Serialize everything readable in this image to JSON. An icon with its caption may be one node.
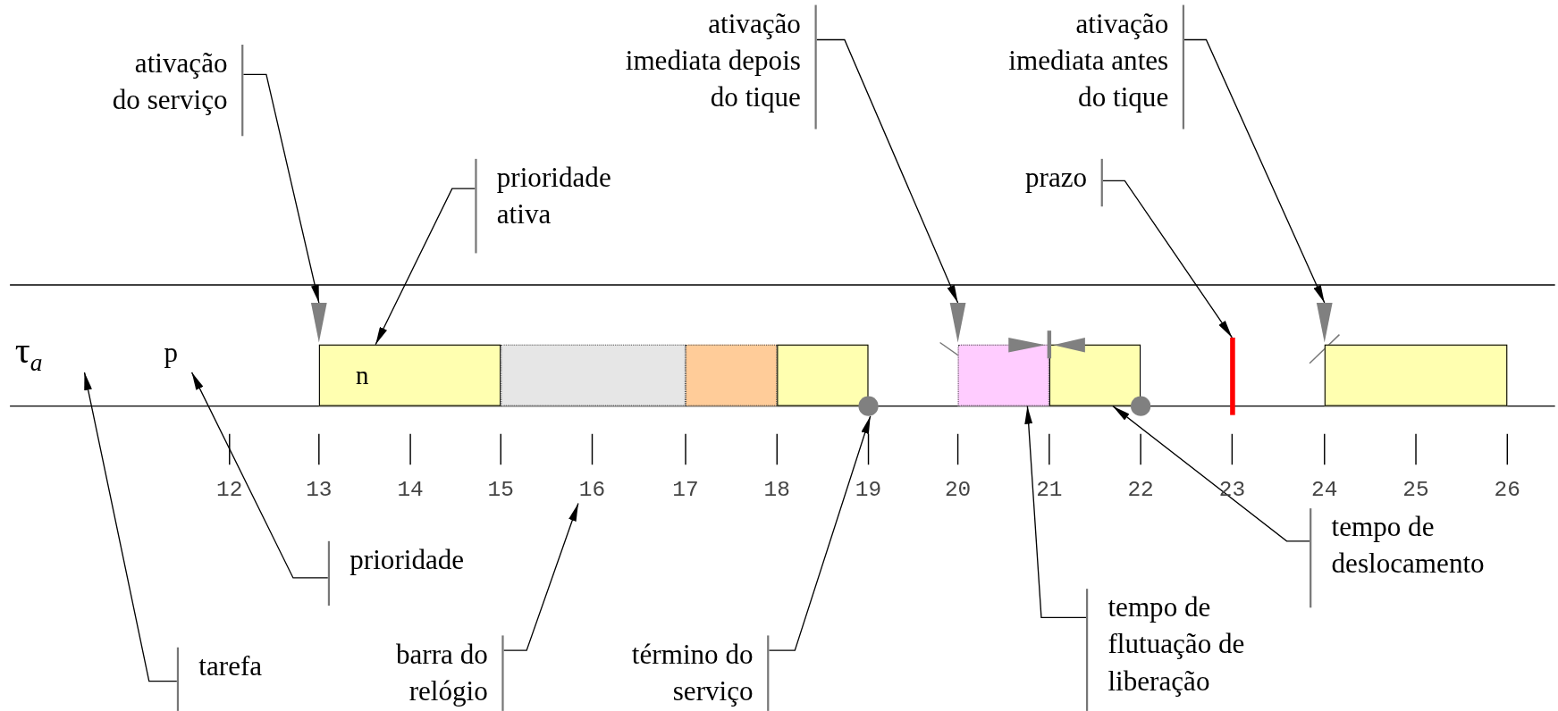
{
  "diagram": {
    "nodes": [
      {
        "text": [
          "ativação do serviço"
        ]
      },
      {
        "text": [
          "ativação imediata depois do tique"
        ]
      },
      {
        "text": [
          "ativação imediata antes do tique"
        ]
      },
      {
        "text": [
          "prioridade ativa"
        ]
      },
      {
        "text": [
          "prazo"
        ]
      },
      {
        "text": [
          "τ$_{a}$"
        ]
      },
      {
        "text": [
          "p"
        ]
      },
      {
        "text": [],
        "shape": "triangle"
      },
      {
        "text": [],
        "shape": "triangle"
      },
      {
        "text": [],
        "shape": "triangle"
      },
      {
        "text": [
          "n"
        ]
      },
      {
        "text": [],
        "shape": "box"
      },
      {
        "text": [],
        "shape": "box"
      },
      {
        "text": [],
        "shape": "box"
      },
      {
        "text": [],
        "shape": "circle"
      },
      {
        "text": [],
        "shape": "box"
      },
      {
        "text": [],
        "shape": "box"
      },
      {
        "text": [],
        "shape": "circle"
      },
      {
        "text": [],
        "shape": "bar"
      },
      {
        "text": [],
        "shape": "box"
      },
      {
        "text": [
          "tempo de deslocamento"
        ]
      },
      {
        "text": [
          "prioridade"
        ]
      },
      {
        "text": [
          "tempo de flutuação de liberação"
        ]
      },
      {
        "text": [
          "barra do relógio"
        ]
      },
      {
        "text": [
          "término do serviço"
        ]
      },
      {
        "text": [
          "tarefa"
        ]
      },
      {
        "text": [
          "16"
        ]
      }
    ],
    "edges": [
      {
        "from": 0,
        "to": 7,
        "arrow": "to"
      },
      {
        "from": 3,
        "to": 10,
        "arrow": "to"
      },
      {
        "from": 1,
        "to": 8,
        "arrow": "to"
      },
      {
        "from": 2,
        "to": 9,
        "arrow": "to"
      },
      {
        "from": 4,
        "to": 18,
        "arrow": "to"
      },
      {
        "from": 20,
        "to": 16,
        "arrow": "to"
      },
      {
        "from": 22,
        "to": 15,
        "arrow": "to"
      },
      {
        "from": 24,
        "to": 14,
        "arrow": "to"
      },
      {
        "from": 23,
        "to": 26,
        "arrow": "to"
      },
      {
        "from": 21,
        "to": 6,
        "arrow": "to"
      },
      {
        "from": 25,
        "to": 5,
        "arrow": "to"
      }
    ],
    "labels": [
      "12",
      "13",
      "14",
      "15",
      "17",
      "18",
      "19",
      "20",
      "21",
      "22",
      "23",
      "24",
      "25",
      "26"
    ]
  }
}
